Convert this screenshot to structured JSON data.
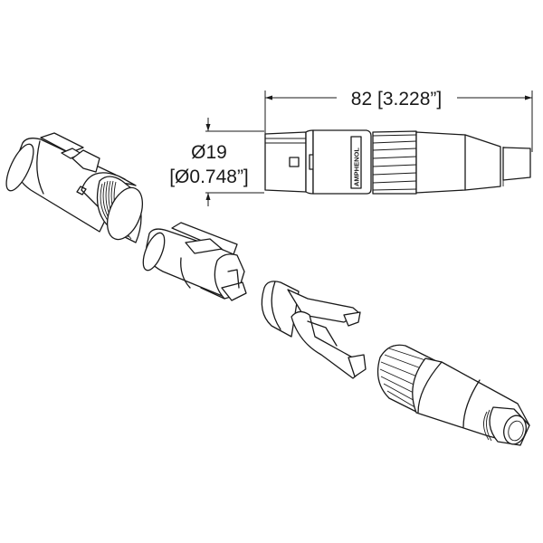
{
  "drawing": {
    "subject": "XLR female cable connector — exploded view and side view",
    "line_color": "#1a1a1a",
    "background": "#ffffff"
  },
  "dimensions": {
    "length": {
      "label": "82 [3.228”]",
      "value_mm": 82,
      "value_in": 3.228
    },
    "diameter": {
      "label_mm": "Ø19",
      "label_in": "[Ø0.748”]",
      "value_mm": 19,
      "value_in": 0.748
    }
  },
  "side_view": {
    "brand_label": "AMPHENOL"
  },
  "parts": [
    {
      "name": "housing-with-latch"
    },
    {
      "name": "insert"
    },
    {
      "name": "cable-clamp"
    },
    {
      "name": "strain-relief-boot-with-nut"
    }
  ]
}
